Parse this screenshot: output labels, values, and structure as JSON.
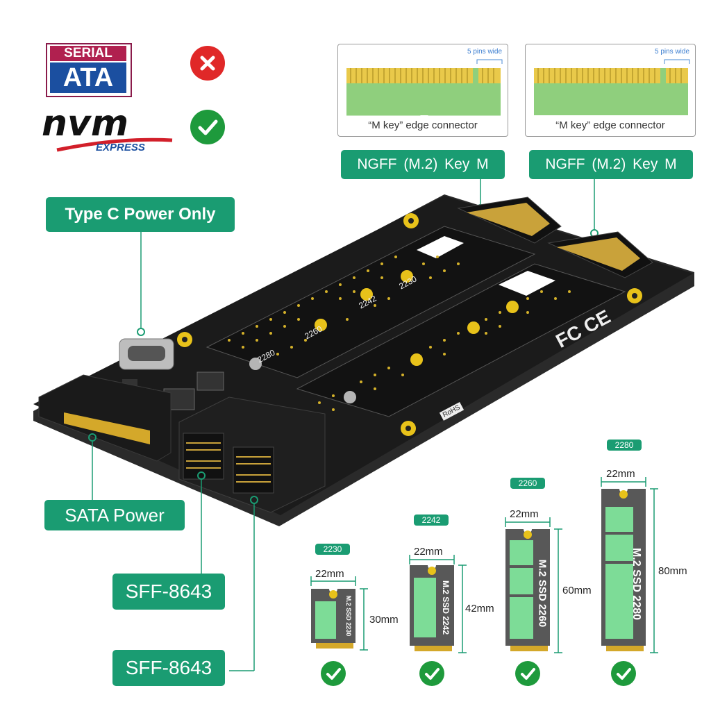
{
  "compatibility": {
    "sata_logo": {
      "line1": "SERIAL",
      "line2": "ATA",
      "status_icon": "red-x-icon"
    },
    "nvme_logo": {
      "line1": "nvm",
      "line2": "EXPRESS",
      "status_icon": "green-check-icon"
    }
  },
  "edge_connectors": [
    {
      "pins_note": "5 pins wide",
      "caption": "“M key” edge connector",
      "label": "NGFF (M.2) Key M"
    },
    {
      "pins_note": "5 pins wide",
      "caption": "“M key” edge connector",
      "label": "NGFF (M.2) Key M"
    }
  ],
  "labels": {
    "type_c": "Type C Power Only",
    "sata_power": "SATA Power",
    "sff1": "SFF-8643",
    "sff2": "SFF-8643"
  },
  "board_text": {
    "slot_marks": [
      "2230",
      "2242",
      "2260",
      "2280"
    ],
    "certs": "FC CE",
    "rohs": "RoHS"
  },
  "ssd_sizes": [
    {
      "size": "2230",
      "width": "22mm",
      "length": "30mm",
      "text": "M.2 SSD 2230"
    },
    {
      "size": "2242",
      "width": "22mm",
      "length": "42mm",
      "text": "M.2 SSD 2242"
    },
    {
      "size": "2260",
      "width": "22mm",
      "length": "60mm",
      "text": "M.2 SSD 2260"
    },
    {
      "size": "2280",
      "width": "22mm",
      "length": "80mm",
      "text": "M.2 SSD 2280"
    }
  ],
  "colors": {
    "accent": "#1a9c72",
    "check": "#1e9a3c",
    "cross": "#e02828",
    "board": "#1b1b1b",
    "pad": "#e8c21a"
  }
}
